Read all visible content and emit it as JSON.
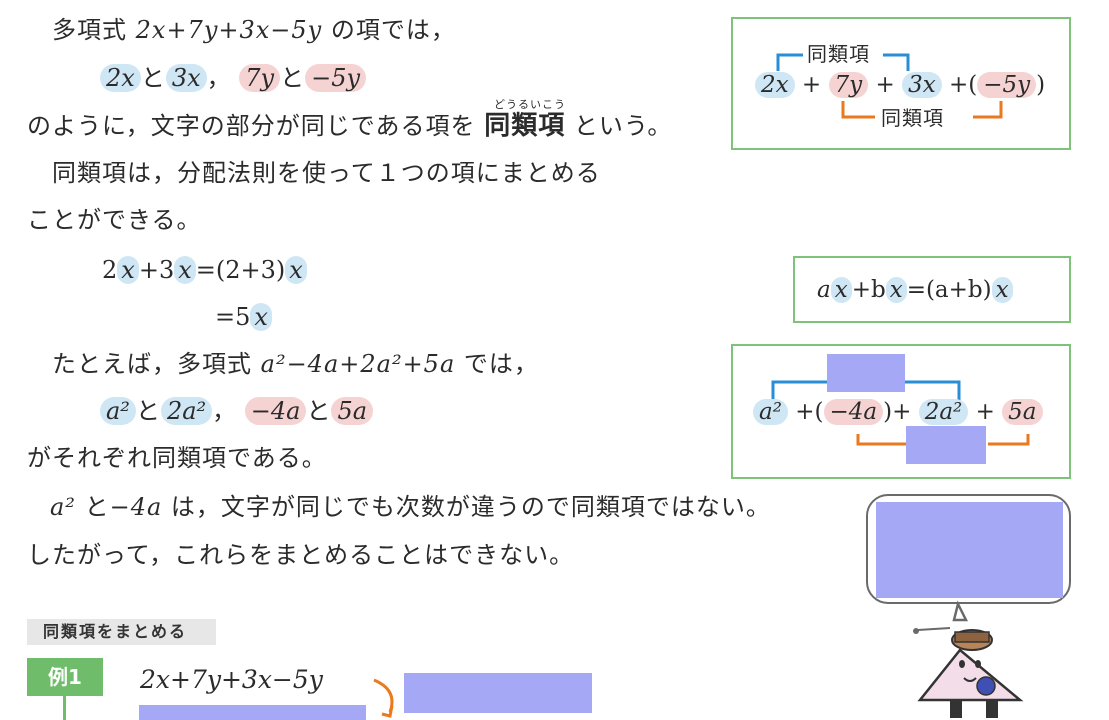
{
  "intro": {
    "prefix": "多項式",
    "expr": "2x+7y+3x−5y",
    "suffix": "の項では，"
  },
  "pairs": {
    "a": "2x",
    "to1": "と",
    "b": "3x",
    "comma": "，",
    "c": "7y",
    "to2": "と",
    "d": "−5y"
  },
  "definition": {
    "before": "のように，文字の部分が同じである項を",
    "term": "同類項",
    "reading": "どうるいこう",
    "after": "という。"
  },
  "para2": {
    "line1": "同類項は，分配法則を使って１つの項にまとめる",
    "line2": "ことができる。"
  },
  "calc": {
    "l1_a": "2",
    "l1_x1": "x",
    "l1_b": "+3",
    "l1_x2": "x",
    "l1_c": "=(2+3)",
    "l1_x3": "x",
    "l2_a": "=5",
    "l2_x": "x"
  },
  "example_text": {
    "prefix": "たとえば，多項式",
    "expr": "a²−4a+2a²+5a",
    "suffix": "では，"
  },
  "pairs2": {
    "a": "a²",
    "to1": "と",
    "b": "2a²",
    "comma": "，",
    "c": "−4a",
    "to2": "と",
    "d": "5a"
  },
  "each": "がそれぞれ同類項である。",
  "note": {
    "expr1": "a²",
    "to": "と",
    "expr2": "−4a",
    "rest": "は，文字が同じでも次数が違うので同類項ではない。",
    "line2": "したがって，これらをまとめることはできない。"
  },
  "box1": {
    "top_label": "同類項",
    "bottom_label": "同類項",
    "t1": "2x",
    "op1": "+",
    "t2": "7y",
    "op2": "+",
    "t3": "3x",
    "op3": "+(",
    "t4": "−5y",
    "close": ")"
  },
  "box2": {
    "t_a": "a",
    "t_x1": "x",
    "t_plus": "+b",
    "t_x2": "x",
    "t_eq": "=(a+b)",
    "t_x3": "x"
  },
  "box3": {
    "t1": "a²",
    "op1": "+(",
    "t2": "−4a",
    "op2": ")+",
    "t3": "2a²",
    "op3": "+",
    "t4": "5a"
  },
  "section_tag": "同類項をまとめる",
  "example1": {
    "label": "例1",
    "expr": "2x+7y+3x−5y"
  },
  "colors": {
    "blue_hl": "#cfe6f5",
    "pink_hl": "#f6d3d3",
    "box_border": "#7fc37a",
    "bracket_blue": "#2a8ed6",
    "bracket_orange": "#ea7a1e",
    "mask": "#a5a9f5",
    "example_green": "#6fbd6a"
  }
}
